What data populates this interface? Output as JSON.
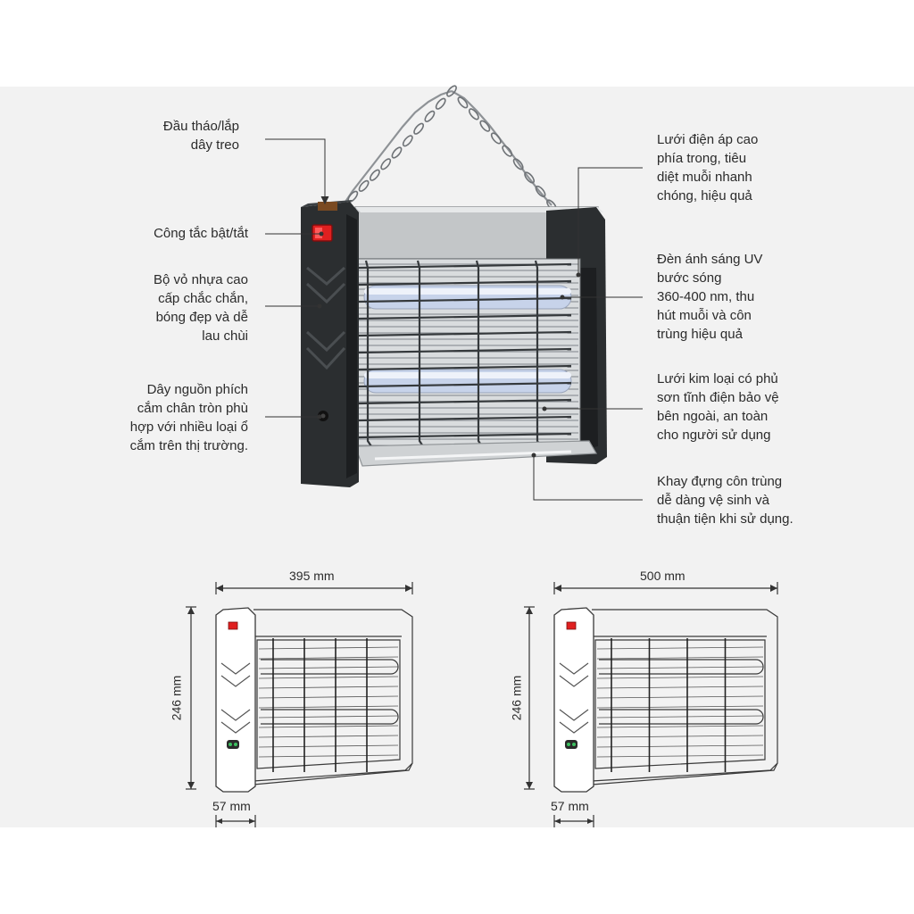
{
  "colors": {
    "background": "#f2f2f2",
    "page": "#ffffff",
    "housing": "#2b2e30",
    "frame": "#b9bcbe",
    "uv_tube": "#c9d4e8",
    "grid": "#4a4d50",
    "switch": "#e02020",
    "text": "#2b2b2b",
    "line": "#333333"
  },
  "callouts_left": [
    "Đầu tháo/lắp\ndây treo",
    "Công tắc bật/tắt",
    "Bộ vỏ nhựa cao\ncấp chắc chắn,\nbóng đẹp và dễ\nlau chùi",
    "Dây nguồn phích\ncắm chân tròn phù\nhợp với nhiều loại ổ\ncắm trên thị trường."
  ],
  "callouts_right": [
    "Lưới điện áp cao\nphía trong, tiêu\ndiệt muỗi nhanh\nchóng, hiệu quả",
    "Đèn ánh sáng UV\nbước sóng\n360-400 nm, thu\nhút muỗi và côn\ntrùng hiệu quả",
    "Lưới kim loại có phủ\nsơn tĩnh điện bảo vệ\nbên ngoài, an toàn\ncho người sử dụng",
    "Khay đựng côn trùng\ndễ dàng vệ sinh và\nthuận tiện khi sử dụng."
  ],
  "dimensions": {
    "model_a": {
      "width": "395 mm",
      "height": "246 mm",
      "depth": "57 mm"
    },
    "model_b": {
      "width": "500 mm",
      "height": "246 mm",
      "depth": "57 mm"
    }
  }
}
